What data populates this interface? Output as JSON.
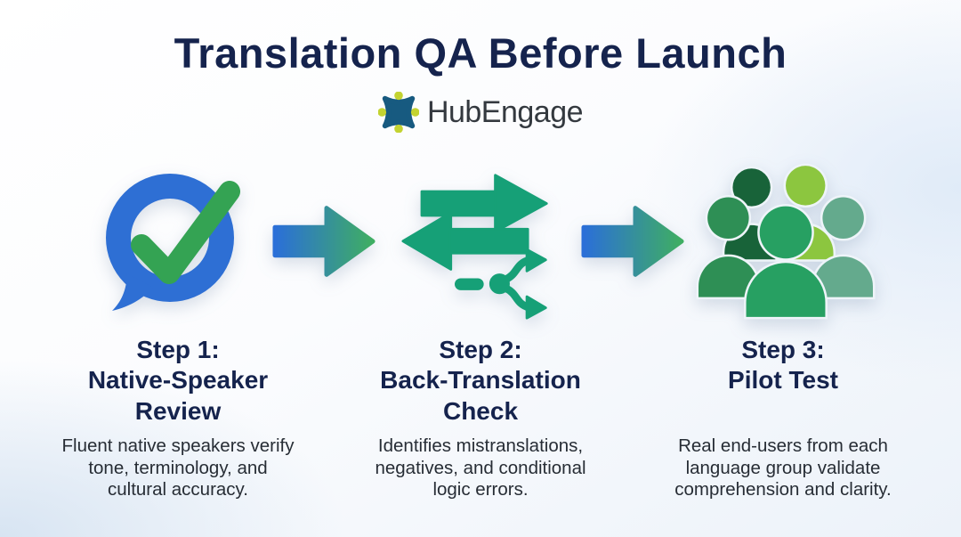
{
  "title": "Translation QA Before Launch",
  "logo": {
    "brand": "HubEngage"
  },
  "colors": {
    "heading_navy": "#15234d",
    "body_text": "#272d35",
    "bubble_blue": "#2e6fd4",
    "check_green": "#34a353",
    "flow_arrow_gradient": [
      "#2b6fd8",
      "#3fae62"
    ],
    "back_translation_teal": "#16a077",
    "people_greens": [
      "#186339",
      "#8cc63f",
      "#2e8f55",
      "#64aa8d",
      "#27a062"
    ],
    "logo_blue": "#175a80",
    "logo_lime": "#c3d331",
    "background_tint": "#e0ebf8"
  },
  "steps": [
    {
      "icon": "speech-bubble-check-icon",
      "heading": "Step 1:\nNative-Speaker\nReview",
      "description": "Fluent native speakers verify\ntone, terminology, and\ncultural accuracy."
    },
    {
      "icon": "back-translation-arrows-icon",
      "heading": "Step 2:\nBack-Translation\nCheck",
      "description": "Identifies mistranslations,\nnegatives, and conditional\nlogic errors."
    },
    {
      "icon": "people-group-icon",
      "heading": "Step 3:\nPilot Test",
      "description": "Real end-users from each\nlanguage group validate\ncomprehension and clarity."
    }
  ]
}
